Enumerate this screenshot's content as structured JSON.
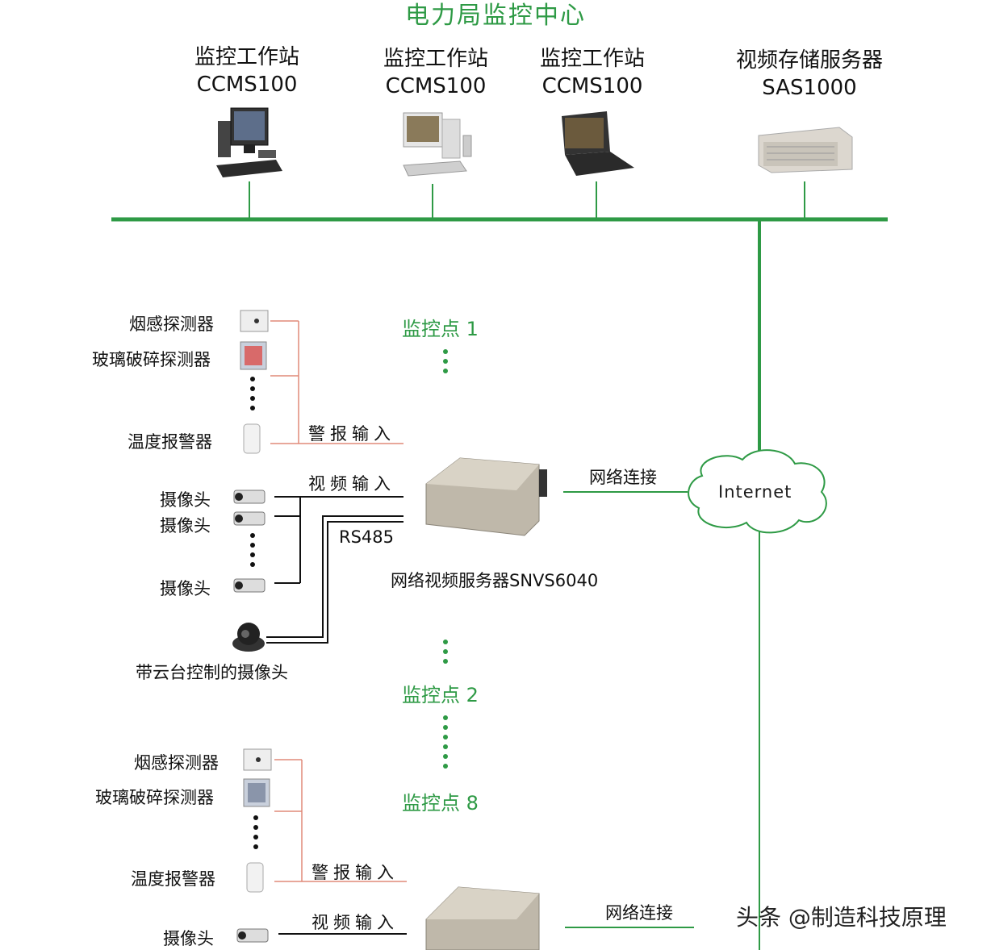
{
  "title": "电力局监控中心",
  "workstations": [
    {
      "name": "监控工作站",
      "model": "CCMS100",
      "icon": "desktop-computer-icon"
    },
    {
      "name": "监控工作站",
      "model": "CCMS100",
      "icon": "desktop-computer-icon"
    },
    {
      "name": "监控工作站",
      "model": "CCMS100",
      "icon": "laptop-icon"
    },
    {
      "name": "视频存储服务器",
      "model": "SAS1000",
      "icon": "rack-server-icon"
    }
  ],
  "site1": {
    "label": "监控点 1",
    "sensors": [
      "烟感探测器",
      "玻璃破碎探测器",
      "温度报警器"
    ],
    "alarm_input": "警报输入",
    "video_input": "视频输入",
    "cameras": [
      "摄像头",
      "摄像头",
      "摄像头"
    ],
    "rs485": "RS485",
    "ptz_camera": "带云台控制的摄像头",
    "server_name": "网络视频服务器SNVS6040",
    "network_link": "网络连接"
  },
  "site2_label": "监控点 2",
  "site8_label": "监控点 8",
  "internet": "Internet",
  "site8": {
    "sensors": [
      "烟感探测器",
      "玻璃破碎探测器",
      "温度报警器"
    ],
    "alarm_input": "警报输入",
    "video_input": "视频输入",
    "camera": "摄像头",
    "network_link": "网络连接"
  },
  "watermark": "头条 @制造科技原理",
  "colors": {
    "accent": "#2e9a45",
    "alarm_line": "#e08a78"
  }
}
